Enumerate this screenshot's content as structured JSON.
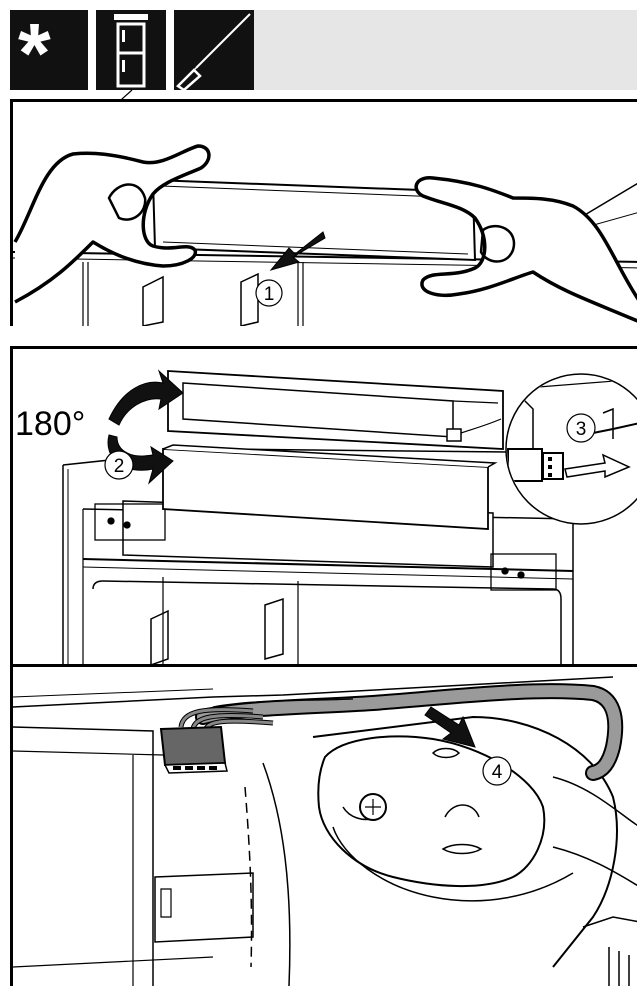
{
  "header": {
    "icons": [
      {
        "name": "asterisk-icon",
        "glyph": "*"
      },
      {
        "name": "fridge-icon"
      },
      {
        "name": "screwdriver-icon"
      }
    ],
    "band_color": "#e6e6e6",
    "icon_bg": "#111111"
  },
  "steps": [
    {
      "label": "1"
    },
    {
      "label": "2"
    },
    {
      "label": "3"
    },
    {
      "label": "4"
    }
  ],
  "rotation_label": "180°"
}
